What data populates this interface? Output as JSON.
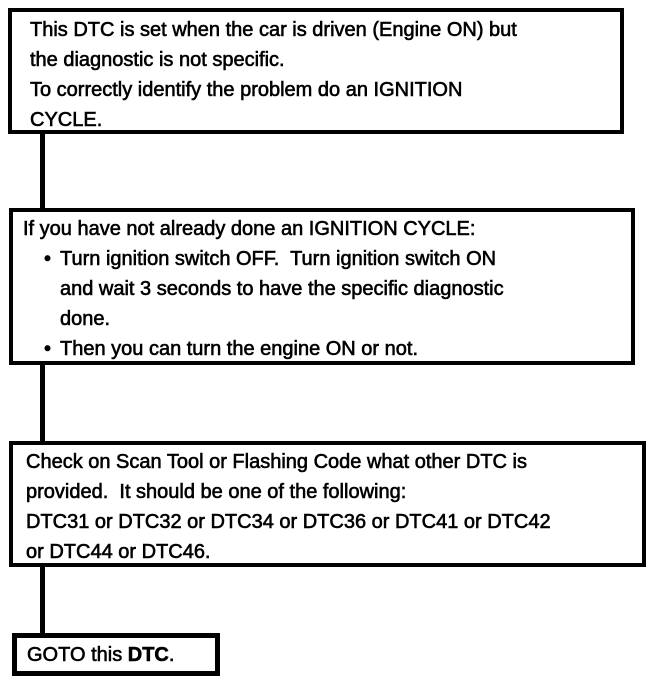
{
  "colors": {
    "ink": "#000000",
    "paper": "#ffffff"
  },
  "bullet_char": "•",
  "boxes": {
    "intro": {
      "lines": [
        "This DTC is set when the car is driven (Engine ON) but",
        "the diagnostic is not specific.",
        "To correctly identify the problem do an IGNITION",
        "CYCLE."
      ]
    },
    "ignition_cycle": {
      "heading": "If you have not already done an IGNITION CYCLE:",
      "bullets": [
        {
          "lines": [
            "Turn ignition switch OFF.  Turn ignition switch ON",
            "and wait 3 seconds to have the specific diagnostic",
            "done."
          ]
        },
        {
          "lines": [
            "Then you can turn the engine ON or not."
          ]
        }
      ]
    },
    "check_dtc": {
      "lines": [
        "Check on Scan Tool or Flashing Code what other DTC is",
        "provided.  It should be one of the following:",
        "DTC31 or DTC32 or DTC34 or DTC36 or DTC41 or DTC42",
        "or DTC44 or DTC46."
      ]
    },
    "goto": {
      "prefix": "GOTO this ",
      "emphasis": "DTC",
      "suffix": "."
    }
  }
}
